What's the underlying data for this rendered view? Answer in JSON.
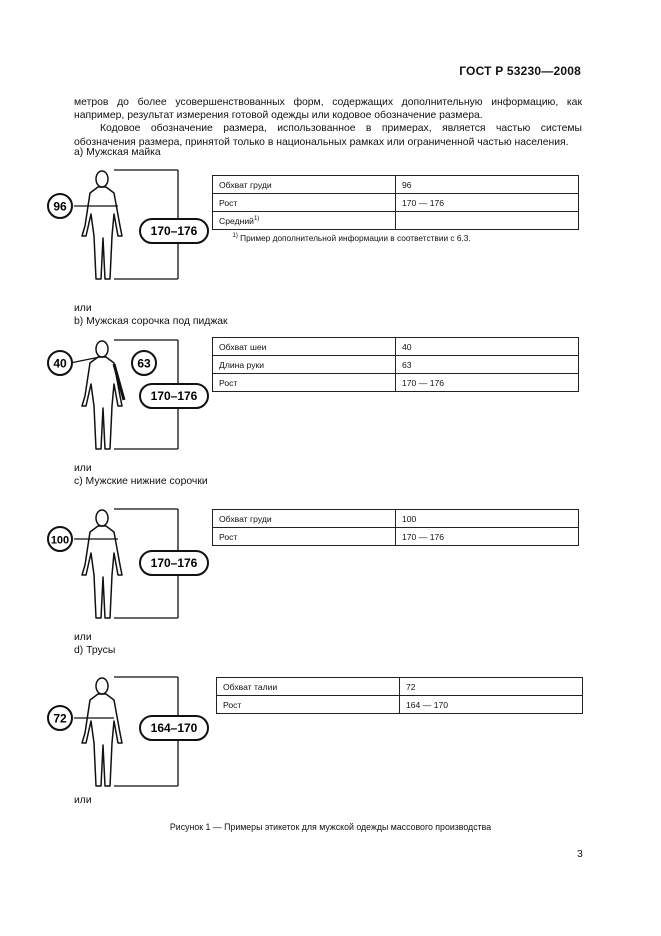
{
  "header": {
    "standard": "ГОСТ Р 53230—2008"
  },
  "intro": {
    "line1": "метров до более усовершенствованных форм, содержащих дополнительную информацию, как например, результат измерения готовой одежды или кодовое обозначение размера.",
    "line2": "Кодовое обозначение размера, использованное в примерах, является частью системы обозначения размера, принятой только в национальных рамках или ограниченной частью населения."
  },
  "examples": [
    {
      "caption": "а)  Мужская майка",
      "marks": [
        "96",
        "170–176"
      ],
      "rows": [
        {
          "label": "Обхват груди",
          "value": "96"
        },
        {
          "label": "Рост",
          "value": "170 — 176"
        },
        {
          "label": "Средний",
          "value": ""
        }
      ],
      "note_mark": "1)",
      "footnote": "Пример дополнительной информации в соответствии с 6.3.",
      "or": "или"
    },
    {
      "caption": "b)  Мужская сорочка под пиджак",
      "marks": [
        "40",
        "63",
        "170–176"
      ],
      "rows": [
        {
          "label": "Обхват шеи",
          "value": "40"
        },
        {
          "label": "Длина руки",
          "value": "63"
        },
        {
          "label": "Рост",
          "value": "170 — 176"
        }
      ],
      "or": "или"
    },
    {
      "caption": "с)  Мужские нижние сорочки",
      "marks": [
        "100",
        "170–176"
      ],
      "rows": [
        {
          "label": "Обхват груди",
          "value": "100"
        },
        {
          "label": "Рост",
          "value": "170 — 176"
        }
      ],
      "or": "или"
    },
    {
      "caption": "d)  Трусы",
      "marks": [
        "72",
        "164–170"
      ],
      "rows": [
        {
          "label": "Обхват талии",
          "value": "72"
        },
        {
          "label": "Рост",
          "value": "164 — 170"
        }
      ],
      "or": "или"
    }
  ],
  "figure_caption": "Рисунок 1 — Примеры этикеток для мужской одежды массового производства",
  "page_number": "3"
}
